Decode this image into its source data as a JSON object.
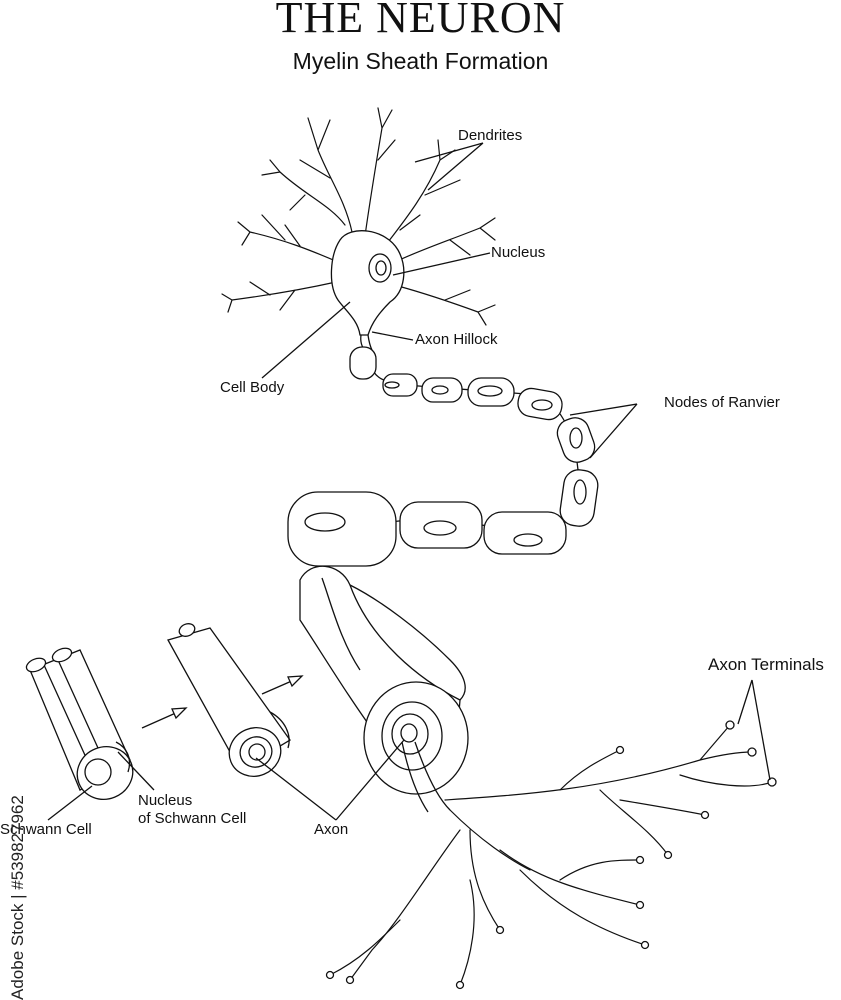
{
  "title": "THE NEURON",
  "subtitle": "Myelin Sheath Formation",
  "labels": {
    "dendrites": "Dendrites",
    "nucleus": "Nucleus",
    "axon_hillock": "Axon Hillock",
    "cell_body": "Cell Body",
    "nodes_of_ranvier": "Nodes of Ranvier",
    "axon_terminals": "Axon Terminals",
    "schwann_cell": "Schwann Cell",
    "nucleus_of_schwann_line1": "Nucleus",
    "nucleus_of_schwann_line2": "of Schwann Cell",
    "axon": "Axon"
  },
  "watermark": "Adobe Stock | #539827962"
}
